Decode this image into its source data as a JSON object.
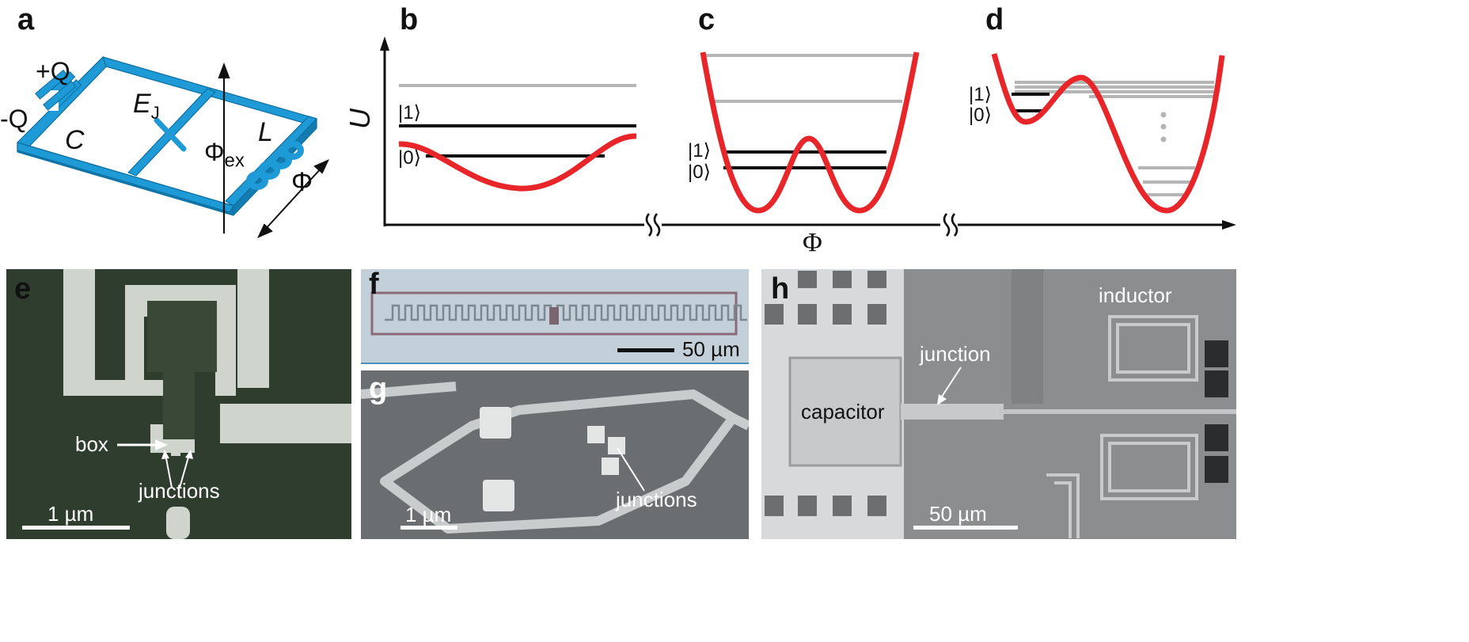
{
  "panels": {
    "a": {
      "label": "a",
      "plus_q": "+Q",
      "minus_q": "-Q",
      "c": "C",
      "ej_e": "E",
      "ej_sub": "J",
      "phi_ex": "Φ",
      "phi_ex_sub": "ex",
      "l": "L",
      "phi": "Φ"
    },
    "b": {
      "label": "b",
      "axis_u": "U",
      "state1": "|1⟩",
      "state0": "|0⟩"
    },
    "c": {
      "label": "c",
      "state1": "|1⟩",
      "state0": "|0⟩"
    },
    "d": {
      "label": "d",
      "state1": "|1⟩",
      "state0": "|0⟩"
    },
    "shared_x_label": "Φ",
    "e": {
      "label": "e",
      "box": "box",
      "junctions": "junctions",
      "scale": "1 µm"
    },
    "f": {
      "label": "f",
      "scale": "50 µm"
    },
    "g": {
      "label": "g",
      "junctions": "junctions",
      "scale": "1 µm"
    },
    "h": {
      "label": "h",
      "inductor": "inductor",
      "junction": "junction",
      "capacitor": "capacitor",
      "scale": "50 µm"
    }
  },
  "colors": {
    "circuit_blue": "#1e9bd7",
    "potential_red": "#e8262a",
    "level_black": "#111111",
    "level_gray": "#b5b5b5"
  }
}
